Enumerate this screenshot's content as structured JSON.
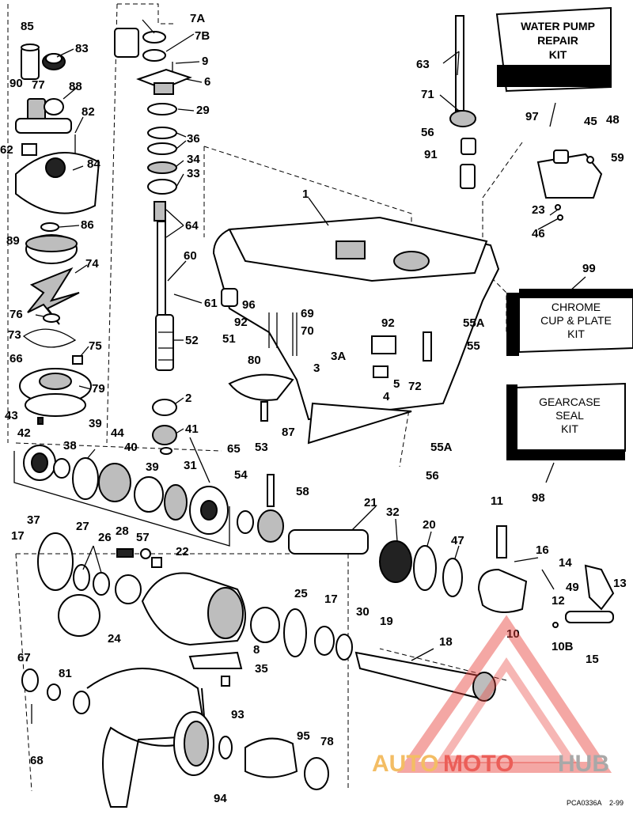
{
  "diagram": {
    "title": "Gearcase exploded parts diagram",
    "callouts": [
      "85",
      "83",
      "90",
      "77",
      "88",
      "82",
      "62",
      "84",
      "86",
      "89",
      "74",
      "76",
      "73",
      "75",
      "66",
      "79",
      "43",
      "42",
      "38",
      "39",
      "44",
      "40",
      "37",
      "7A",
      "7B",
      "9",
      "6",
      "29",
      "36",
      "34",
      "33",
      "64",
      "60",
      "61",
      "52",
      "2",
      "41",
      "39",
      "31",
      "1",
      "96",
      "92",
      "69",
      "51",
      "70",
      "80",
      "3A",
      "3",
      "5",
      "4",
      "72",
      "92",
      "55A",
      "55",
      "65",
      "87",
      "53",
      "54",
      "58",
      "21",
      "32",
      "20",
      "47",
      "11",
      "16",
      "14",
      "13",
      "49",
      "12",
      "10",
      "10B",
      "15",
      "17",
      "27",
      "28",
      "57",
      "26",
      "22",
      "24",
      "25",
      "17",
      "30",
      "19",
      "18",
      "8",
      "35",
      "67",
      "81",
      "68",
      "93",
      "95",
      "78",
      "94",
      "63",
      "71",
      "56",
      "91",
      "97",
      "45",
      "48",
      "59",
      "23",
      "46",
      "99",
      "98",
      "55A",
      "56"
    ],
    "kits": {
      "water_pump": [
        "WATER PUMP",
        "REPAIR",
        "KIT"
      ],
      "chrome_cup": [
        "CHROME",
        "CUP & PLATE",
        "KIT"
      ],
      "gearcase_seal": [
        "GEARCASE",
        "SEAL",
        "KIT"
      ]
    },
    "part_number": "PCA0336A",
    "date_code": "2-99"
  },
  "watermark": {
    "part1": "AUTO",
    "part2": "MOTO",
    "part3": "HUB",
    "color_orange": "#f2b24a",
    "color_red": "#e8423c",
    "color_gray": "#9a9a9a"
  }
}
